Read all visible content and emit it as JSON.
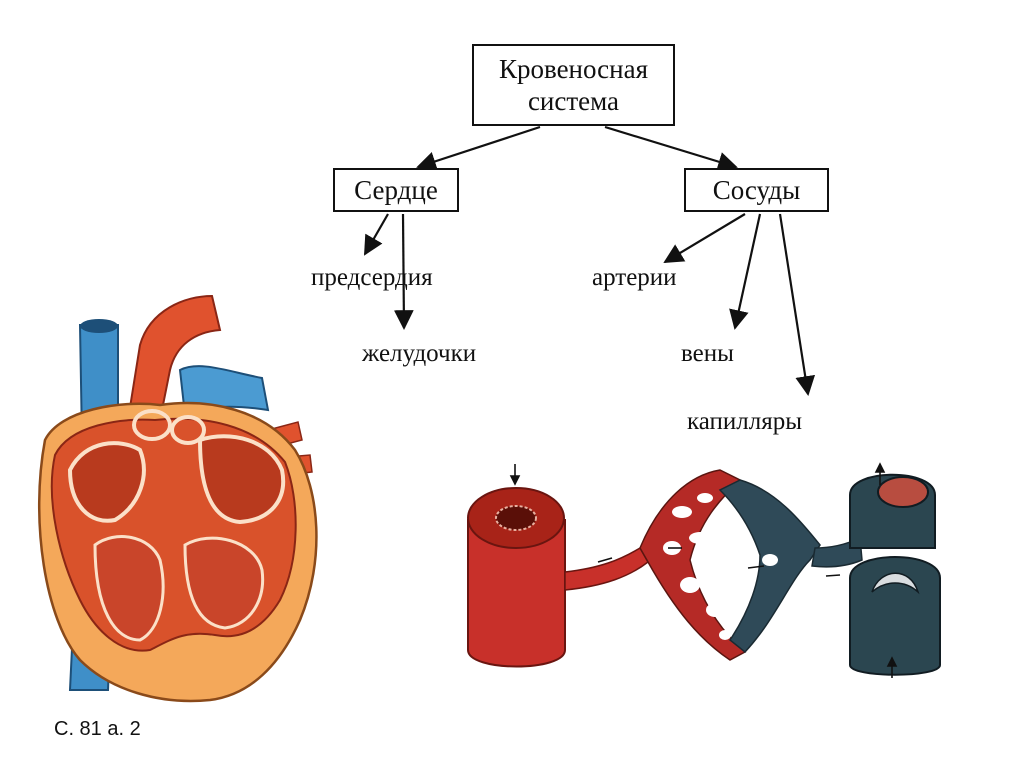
{
  "diagram": {
    "root": "Кровеносная система",
    "branches": [
      {
        "label": "Сердце",
        "children": [
          "предсердия",
          "желудочки"
        ]
      },
      {
        "label": "Сосуды",
        "children": [
          "артерии",
          "вены",
          "капилляры"
        ]
      }
    ]
  },
  "caption": "С. 81  а. 2",
  "colors": {
    "artery_red": "#c8302a",
    "vein_blue": "#3f8fc8",
    "heart_muscle": "#d9522b",
    "heart_outer": "#f4a85a",
    "dark_vein": "#2b4650"
  }
}
